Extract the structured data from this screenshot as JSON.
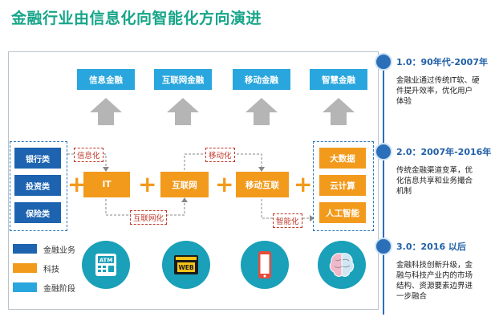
{
  "title": "金融行业由信息化向智能化方向演进",
  "top_row": [
    "信息金融",
    "互联网金融",
    "移动金融",
    "智慧金融"
  ],
  "left_column": [
    "银行类",
    "投资类",
    "保险类"
  ],
  "middle_row": [
    "IT",
    "互联网",
    "移动互联"
  ],
  "right_column": [
    "大数据",
    "云计算",
    "人工智能"
  ],
  "connectors": {
    "informatization": "信息化",
    "internetization": "互联网化",
    "mobilization": "移动化",
    "intelligentization": "智能化"
  },
  "icons": [
    "atm-icon",
    "web-browser-icon",
    "mobile-phone-icon",
    "brain-icon"
  ],
  "legend": [
    {
      "label": "金融业务",
      "color": "#1d63b0"
    },
    {
      "label": "科技",
      "color": "#f29a1c"
    },
    {
      "label": "金融阶段",
      "color": "#29a6dd"
    }
  ],
  "timeline": [
    {
      "heading": "1.0：90年代-2007年",
      "body": "金融业通过传统IT软、硬件提升效率，优化用户体验"
    },
    {
      "heading": "2.0：2007年-2016年",
      "body": "传统金融渠道变革，优化信息共享和业务撮合机制"
    },
    {
      "heading": "3.0：2016 以后",
      "body": "金融科技创新升级，金融与科技产业内的市场结构、资源要素边界进一步融合"
    }
  ],
  "colors": {
    "title": "#17a589",
    "finance_business": "#1d63b0",
    "technology": "#f29a1c",
    "finance_stage": "#29a6dd",
    "timeline": "#2b6fb8"
  }
}
